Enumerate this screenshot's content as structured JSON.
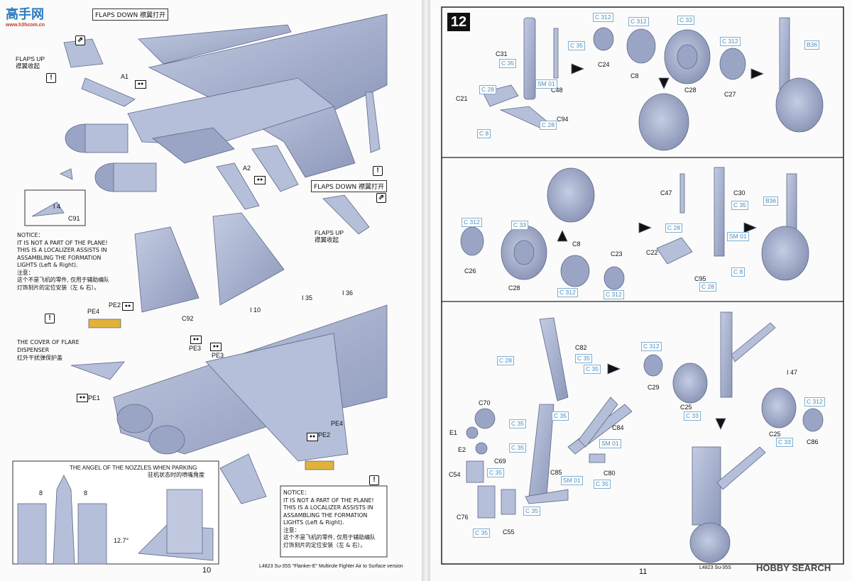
{
  "logo": {
    "top": "高手网",
    "sub": "www.h3hcom.cn"
  },
  "left": {
    "flaps_down_top": "FLAPS DOWN 襟翼打开",
    "flaps_up_left": "FLAPS UP",
    "flaps_up_left_cn": "襟翼收起",
    "flaps_down_mid": "FLAPS DOWN 襟翼打开",
    "flaps_up_right": "FLAPS UP",
    "flaps_up_right_cn": "襟翼收起",
    "parts": [
      "A1",
      "A2",
      "I 4",
      "C91",
      "PE4",
      "PE2",
      "C92",
      "I 35",
      "I 36",
      "I 10",
      "PE3",
      "PE3",
      "PE1",
      "PE2",
      "PE4"
    ],
    "notice1": [
      "NOTICE：",
      "IT IS NOT A PART OF THE PLANE!",
      "THIS IS A LOCALIZER ASSISTS IN",
      "ASSAMBLING THE FORMATION",
      "LIGHTS (Left & Right).",
      "注意：",
      "这个不是飞机的零件, 仅用于辅助编队",
      "灯饰刻片的定位安装（左 & 右）。"
    ],
    "flare_cover": [
      "THE COVER OF FLARE",
      "DISPENSER",
      "红外干扰弹保护盖"
    ],
    "nozzle_title": "THE ANGEL OF THE NOZZLES WHEN PARKING",
    "nozzle_title_cn": "驻机状态时的喷嘴角度",
    "angles": [
      "8",
      "8",
      "12.7°"
    ],
    "notice2": [
      "NOTICE：",
      "IT IS NOT A PART OF THE PLANE!",
      "THIS IS A LOCALIZER ASSISTS IN",
      "ASSAMBLING THE FORMATION",
      "LIGHTS (Left & Right).",
      "注意：",
      "这个不是飞机的零件, 仅用于辅助编队",
      "灯饰刻片的定位安装（左 & 右）。"
    ],
    "page_number": "10",
    "footer": "L4823  Su-35S \"Flanker-E\" Multirole Fighter Air to Surface version"
  },
  "right": {
    "step": "12",
    "s1": {
      "labels": [
        "C31",
        "C21",
        "C48",
        "C94",
        "C24",
        "C8",
        "C28",
        "C27"
      ],
      "pills": [
        "C 35",
        "C 35",
        "C 28",
        "SM 01",
        "C 8",
        "C 28",
        "C 312",
        "C 312",
        "C 33",
        "C 312",
        "B36"
      ]
    },
    "s2": {
      "labels": [
        "C26",
        "C28",
        "C8",
        "C23",
        "C47",
        "C30",
        "C22",
        "C95"
      ],
      "pills": [
        "C 312",
        "C 33",
        "C 312",
        "C 312",
        "C 35",
        "C 28",
        "SM 01",
        "B36",
        "C 28",
        "C 8"
      ]
    },
    "s3": {
      "labels": [
        "C82",
        "C70",
        "E1",
        "E2",
        "C69",
        "C54",
        "C76",
        "C55",
        "C84",
        "C80",
        "C85",
        "C29",
        "C25",
        "C25",
        "C86",
        "I 47"
      ],
      "pills": [
        "C 28",
        "C 35",
        "C 35",
        "C 35",
        "C 35",
        "C 35",
        "C 35",
        "C 35",
        "C 35",
        "SM 01",
        "SM 01",
        "C 35",
        "C 312",
        "C 33",
        "C 312",
        "C 33"
      ]
    },
    "page_number": "11",
    "footer": "L4823  Su-35S",
    "watermark": "HOBBY SEARCH"
  },
  "colors": {
    "part": "#a9b4d2",
    "part_edge": "#5d6887",
    "pill_text": "#4a8ab8",
    "pe": "#e0b23a"
  }
}
